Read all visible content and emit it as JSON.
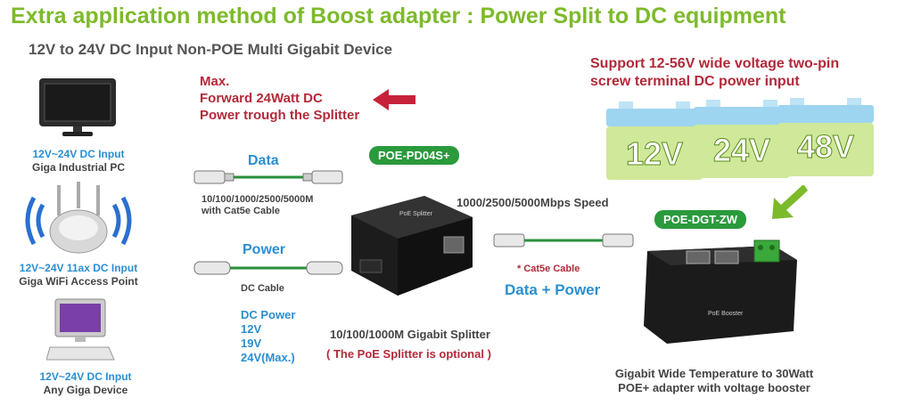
{
  "title": "Extra application method of Boost adapter : Power Split to DC equipment",
  "subtitle": "12V to 24V DC Input Non-POE Multi Gigabit Device",
  "devices": [
    {
      "line1": "12V~24V DC Input",
      "line2": "Giga Industrial PC"
    },
    {
      "line1": "12V~24V 11ax DC Input",
      "line2": "Giga WiFi Access Point"
    },
    {
      "line1": "12V~24V DC Input",
      "line2": "Any Giga Device"
    }
  ],
  "forward_note": [
    "Max.",
    "Forward 24Watt DC",
    "Power trough the Splitter"
  ],
  "data_link": {
    "title": "Data",
    "line1": "10/100/1000/2500/5000M",
    "line2": "with Cat5e Cable"
  },
  "power_link": {
    "title": "Power",
    "cable": "DC Cable"
  },
  "dc_power": [
    "DC Power",
    "12V",
    "19V",
    "24V(Max.)"
  ],
  "splitter": {
    "badge": "POE-PD04S+",
    "label": "10/100/1000M Gigabit Splitter",
    "note": "( The PoE Splitter is optional )",
    "brand": "PoE Splitter"
  },
  "speed_label": "1000/2500/5000Mbps  Speed",
  "cat5e": {
    "note": "* Cat5e Cable",
    "label": "Data + Power"
  },
  "support_text": [
    "Support 12-56V wide voltage two-pin",
    "screw terminal DC power input"
  ],
  "batteries": [
    "12V",
    "24V",
    "48V"
  ],
  "adapter": {
    "badge": "POE-DGT-ZW",
    "line1": "Gigabit Wide Temperature to 30Watt",
    "line2": "POE+ adapter with voltage booster",
    "brand": "PoE Booster"
  },
  "colors": {
    "title_green": "#7dba2b",
    "red": "#b22a3a",
    "blue": "#2a8fd1",
    "green": "#2a8f3b"
  }
}
